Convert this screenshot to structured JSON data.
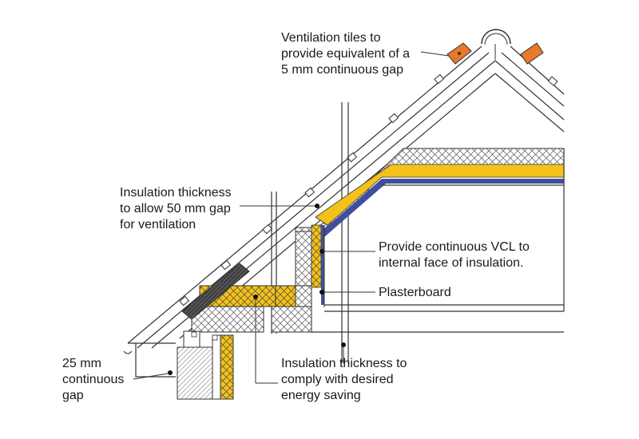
{
  "labels": {
    "vent_tiles": [
      "Ventilation tiles to",
      "provide equivalent of a",
      "5 mm continuous gap"
    ],
    "ins_gap": [
      "Insulation thickness",
      "to allow 50 mm gap",
      "for ventilation"
    ],
    "vcl": [
      "Provide continuous VCL to",
      "internal face of insulation."
    ],
    "plasterboard": [
      "Plasterboard"
    ],
    "eaves_gap": [
      "25 mm",
      "continuous",
      "gap"
    ],
    "ins_comply": [
      "Insulation thickness to",
      "comply with desired",
      "energy saving"
    ]
  },
  "colors": {
    "insulation": "#f3c21a",
    "vcl": "#3e4f9e",
    "vent_tile": "#e8792a",
    "line": "#333333"
  },
  "icons": [
    "ventilation-tile-icon",
    "tile-clip-icon"
  ]
}
